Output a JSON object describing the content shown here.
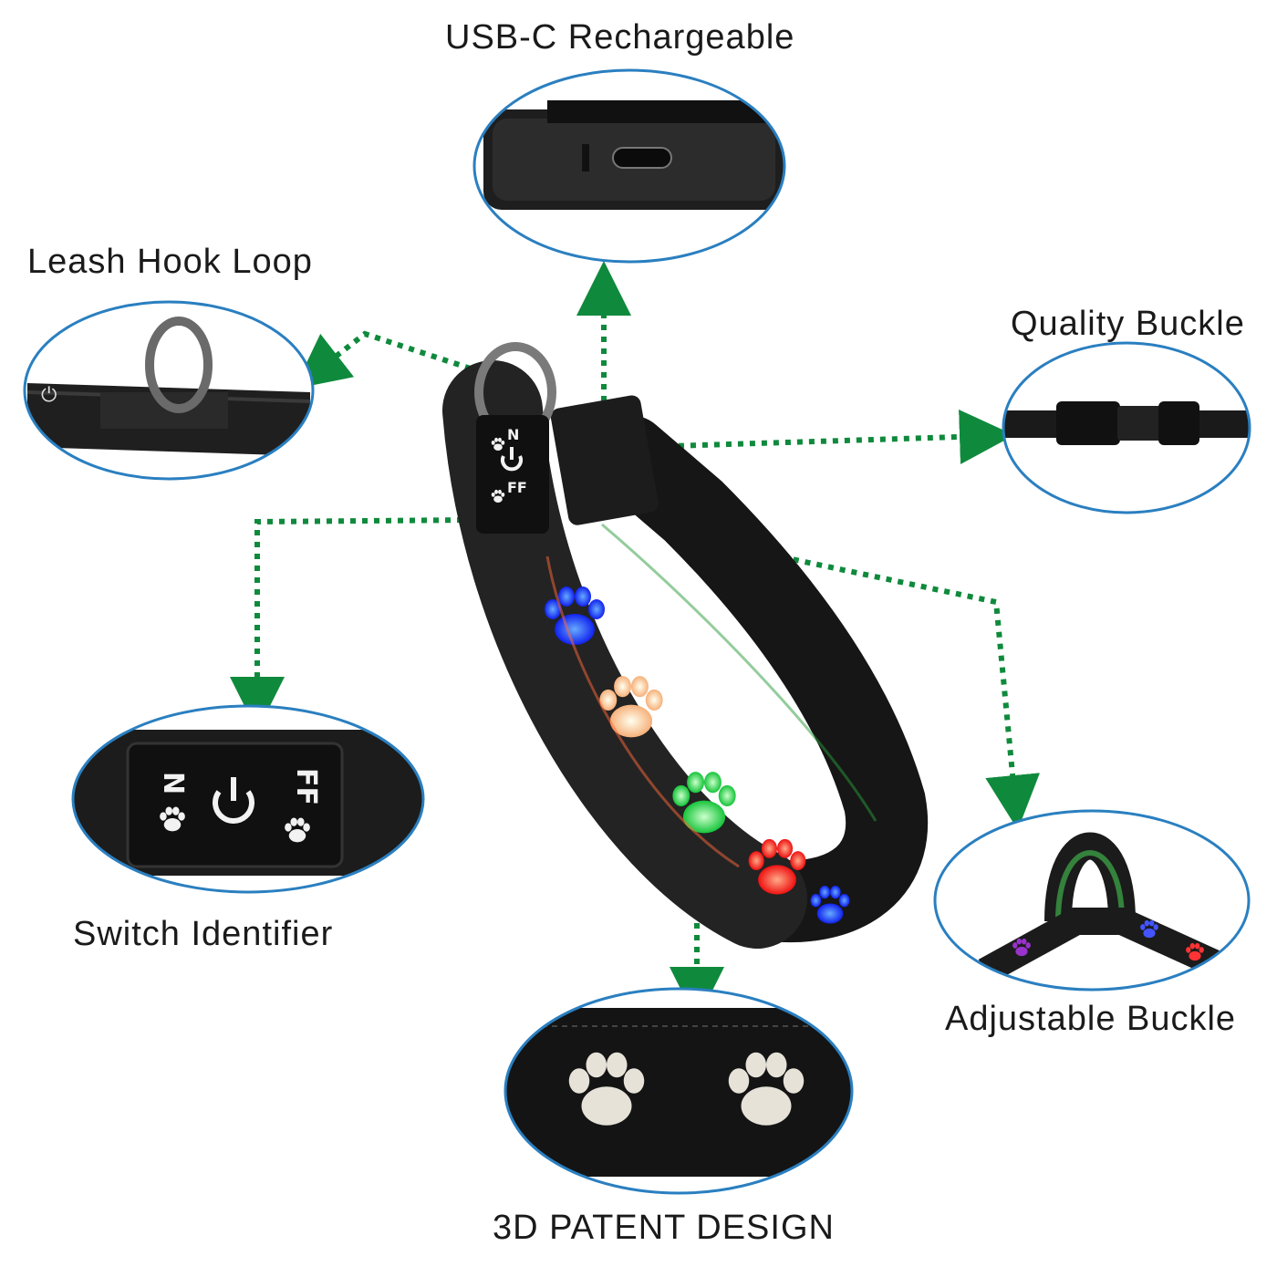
{
  "labels": {
    "usb": "USB-C Rechargeable",
    "leash": "Leash Hook Loop",
    "quality": "Quality Buckle",
    "switch": "Switch Identifier",
    "adjustable": "Adjustable Buckle",
    "patent": "3D PATENT DESIGN"
  },
  "collar_text": {
    "on": "N",
    "off": "FF"
  },
  "colors": {
    "ellipse_border": "#2a7fc0",
    "arrow": "#0f8a3c",
    "paw_blue": "#2233ff",
    "paw_orange": "#ffcc99",
    "paw_green": "#22dd44",
    "paw_red": "#ff2222"
  },
  "icons": [
    "paw-icon",
    "power-icon",
    "d-ring-icon",
    "usb-c-port-icon",
    "buckle-icon"
  ]
}
